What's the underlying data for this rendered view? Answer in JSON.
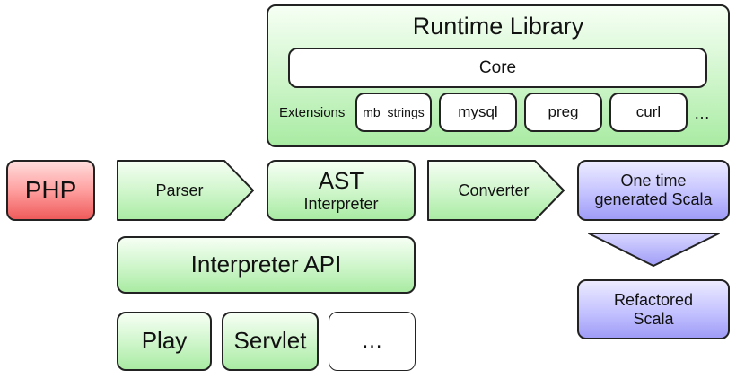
{
  "runtime_library": {
    "title": "Runtime Library",
    "core": "Core",
    "extensions_label": "Extensions",
    "extensions": [
      "mb_strings",
      "mysql",
      "preg",
      "curl"
    ],
    "more": "…"
  },
  "pipeline": {
    "php": "PHP",
    "parser": "Parser",
    "ast_title": "AST",
    "ast_subtitle": "Interpreter",
    "converter": "Converter",
    "generated_scala": "One time generated Scala",
    "refactored_scala": "Refactored Scala"
  },
  "interpreter_api": {
    "title": "Interpreter API",
    "hosts": [
      "Play",
      "Servlet",
      "…"
    ]
  },
  "colors": {
    "green": "#b8efb2",
    "red": "#f46b6b",
    "blue": "#aaa7fb",
    "outline": "#222222"
  }
}
